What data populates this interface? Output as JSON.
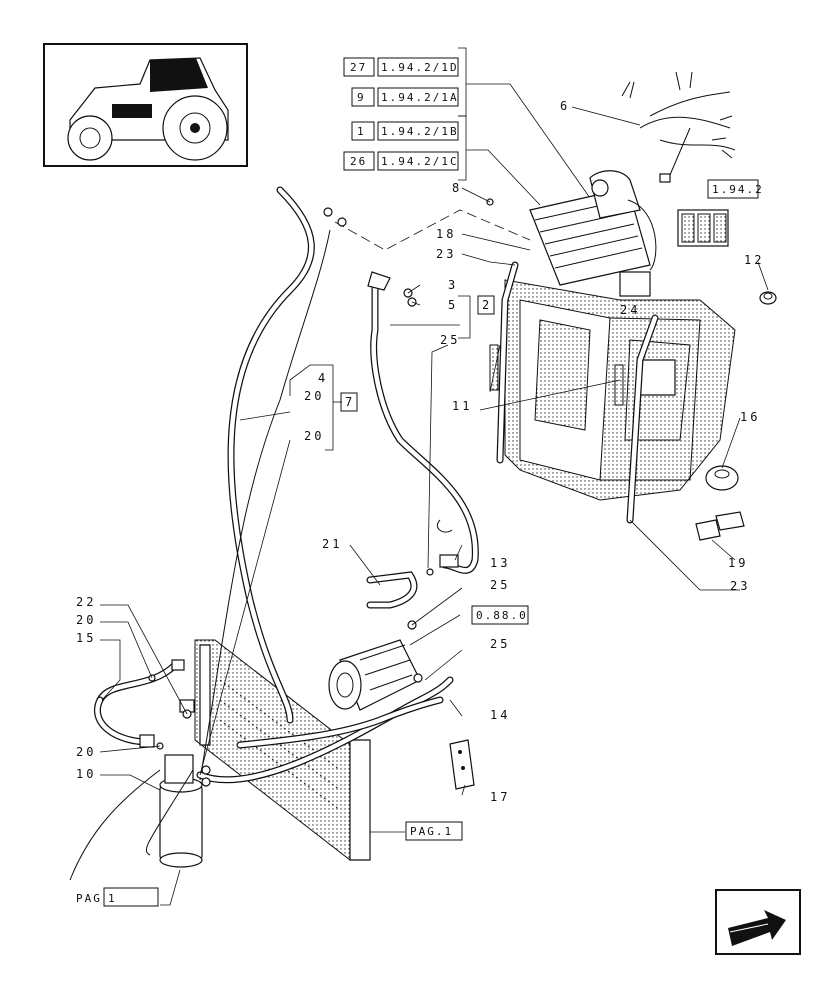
{
  "callouts": {
    "c2": "2",
    "c3": "3",
    "c4": "4",
    "c5": "5",
    "c6": "6",
    "c7": "7",
    "c8": "8",
    "c10": "10",
    "c11": "11",
    "c12": "12",
    "c13": "13",
    "c14": "14",
    "c15": "15",
    "c16": "16",
    "c17": "17",
    "c18": "18",
    "c19": "19",
    "c20a": "20",
    "c20b": "20",
    "c20c": "20",
    "c20d": "20",
    "c21": "21",
    "c22": "22",
    "c23a": "23",
    "c23b": "23",
    "c24": "24",
    "c25a": "25",
    "c25b": "25",
    "c25c": "25"
  },
  "references": {
    "r27_num": "27",
    "r27_code": "1.94.2/1D",
    "r9_num": "9",
    "r9_code": "1.94.2/1A",
    "r1_num": "1",
    "r1_code": "1.94.2/1B",
    "r26_num": "26",
    "r26_code": "1.94.2/1C",
    "r_194": "1.94.2",
    "r_088": "0.88.0",
    "pag_right": "PAG.1",
    "pag_left_prefix": "PAG",
    "pag_left_num": "1"
  },
  "icons": {
    "thumbnail": "tractor-thumbnail-icon",
    "nav": "previous-page-arrow-icon"
  }
}
